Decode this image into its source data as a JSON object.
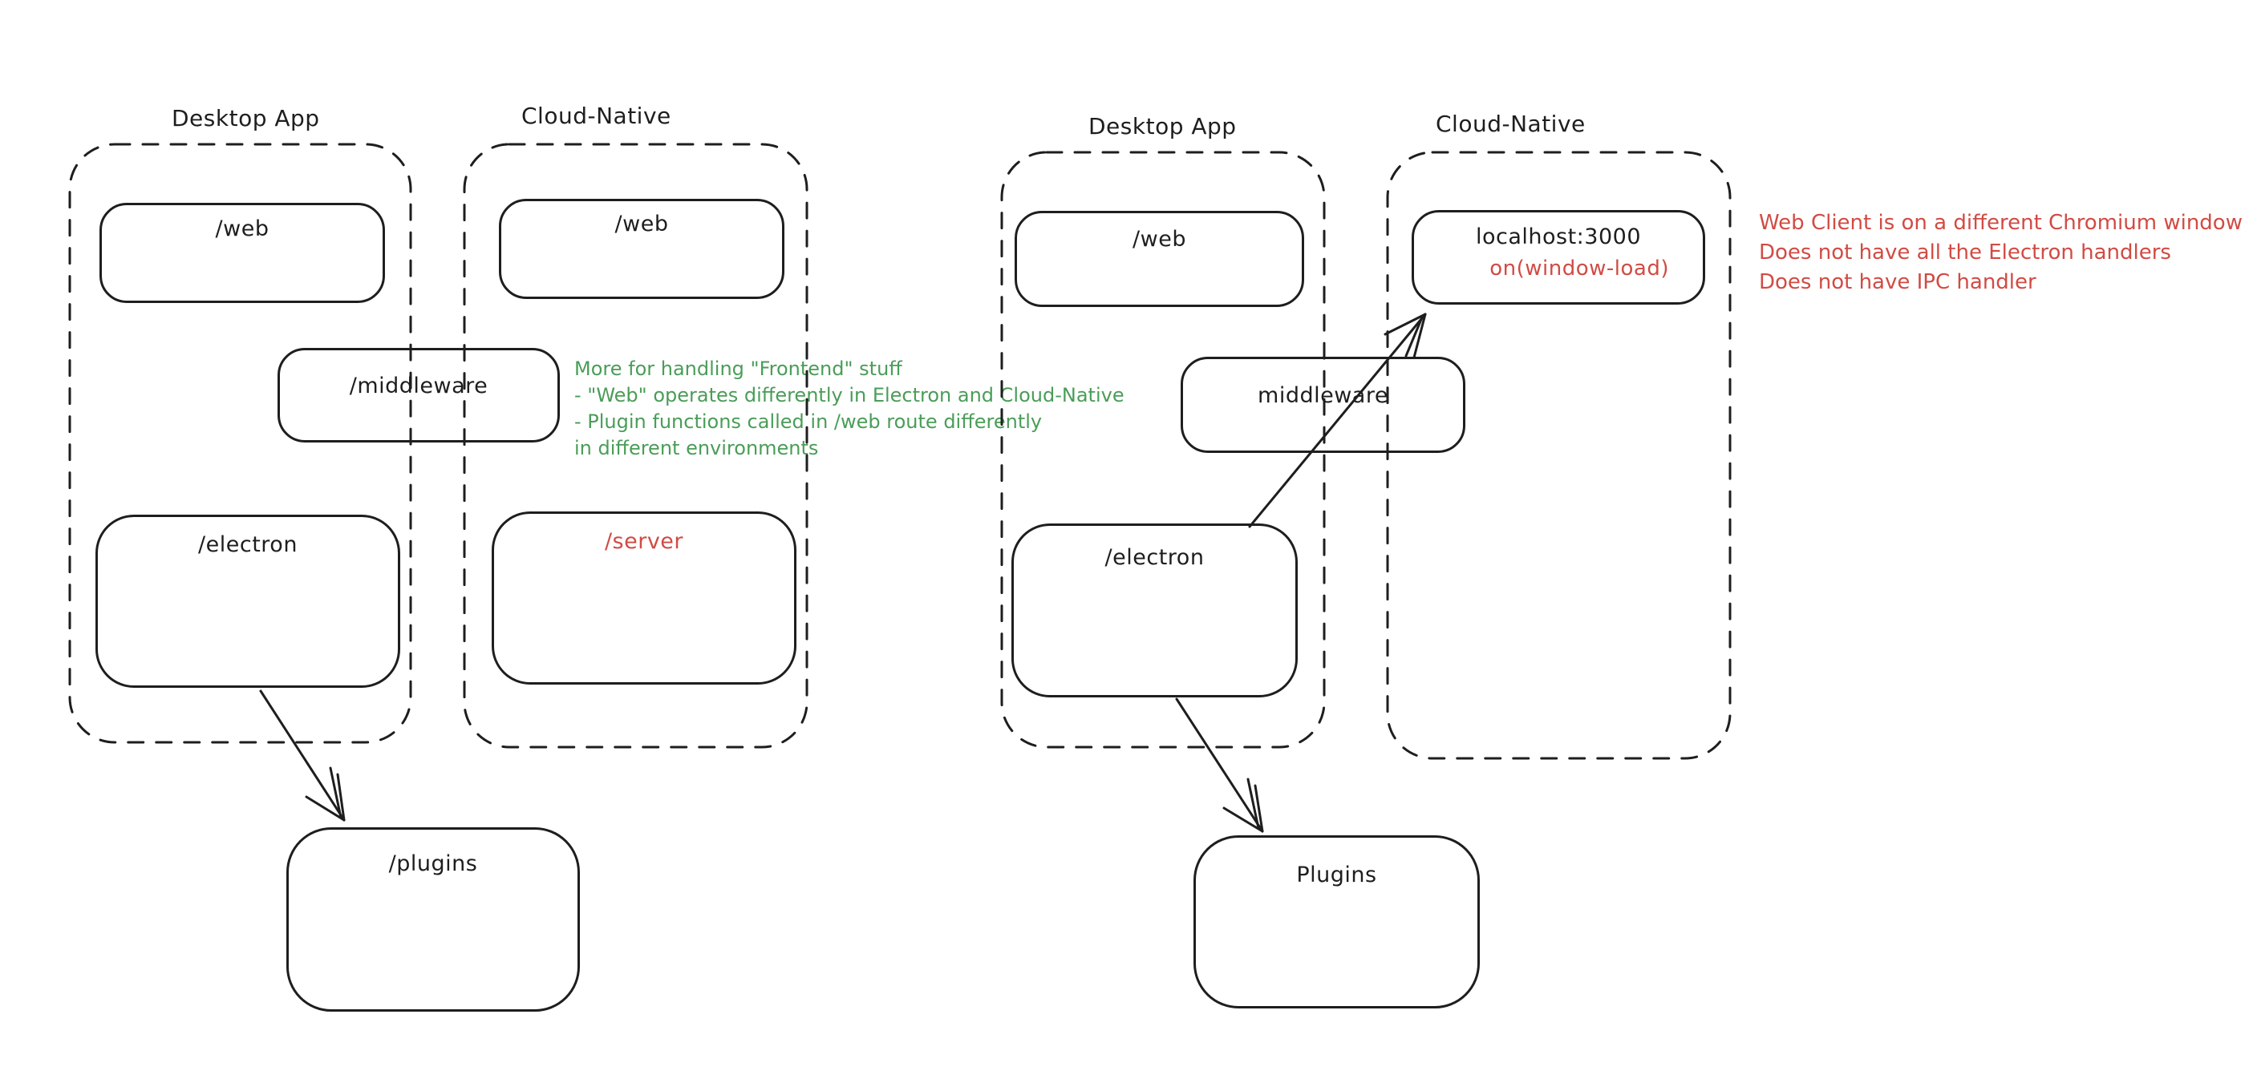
{
  "colors": {
    "ink": "#1e1e1e",
    "red": "#d14b44",
    "green": "#4a9d58",
    "background": "#ffffff"
  },
  "left": {
    "desktop_title": "Desktop App",
    "cloud_title": "Cloud-Native",
    "boxes": {
      "web_desktop": "/web",
      "web_cloud": "/web",
      "middleware": "/middleware",
      "electron": "/electron",
      "server": "/server",
      "plugins": "/plugins"
    },
    "note": [
      "More for handling \"Frontend\" stuff",
      "- \"Web\" operates differently in Electron and Cloud-Native",
      "- Plugin functions called in /web route differently",
      "in different environments"
    ]
  },
  "right": {
    "desktop_title": "Desktop App",
    "cloud_title": "Cloud-Native",
    "boxes": {
      "web": "/web",
      "localhost": "localhost:3000",
      "localhost_sub": "on(window-load)",
      "middleware": "middleware",
      "electron": "/electron",
      "plugins": "Plugins"
    },
    "note": [
      "Web Client is on a different Chromium window",
      "Does not have all the Electron handlers",
      "Does not have IPC handler"
    ]
  }
}
